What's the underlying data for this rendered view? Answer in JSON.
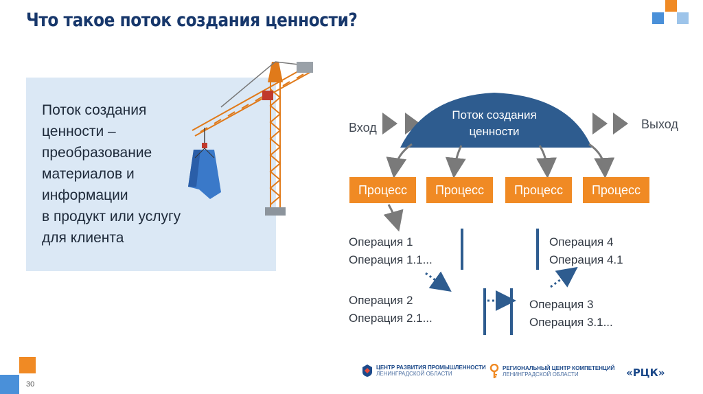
{
  "slide": {
    "title": "Что такое поток создания ценности?",
    "page_number": "30"
  },
  "definition": {
    "text": "Поток создания\nценности –\nпреобразование\nматериалов и\nинформации\nв продукт или услугу\nдля клиента"
  },
  "diagram": {
    "input_label": "Вход",
    "output_label": "Выход",
    "stream_label_line1": "Поток создания",
    "stream_label_line2": "ценности",
    "processes": [
      "Процесс",
      "Процесс",
      "Процесс",
      "Процесс"
    ],
    "operations": [
      {
        "text": "Операция 1\nОперация 1.1..."
      },
      {
        "text": "Операция 2\nОперация 2.1..."
      },
      {
        "text": "Операция 3\nОперация 3.1..."
      },
      {
        "text": "Операция 4\nОперация 4.1"
      }
    ]
  },
  "footer": {
    "logo1_line1": "ЦЕНТР РАЗВИТИЯ ПРОМЫШЛЕННОСТИ",
    "logo1_line2": "ЛЕНИНГРАДСКОЙ ОБЛАСТИ",
    "logo2_line1": "РЕГИОНАЛЬНЫЙ ЦЕНТР КОМПЕТЕНЦИЙ",
    "logo2_line2": "ЛЕНИНГРАДСКОЙ ОБЛАСТИ",
    "logo3": "«РЦК»"
  },
  "colors": {
    "title": "#17376b",
    "stream_blue": "#2e5c8f",
    "process_orange": "#f08a24",
    "chevron_gray": "#7a7a7a",
    "accent_blue": "#4a90d9",
    "definition_bg": "#dbe8f5"
  }
}
